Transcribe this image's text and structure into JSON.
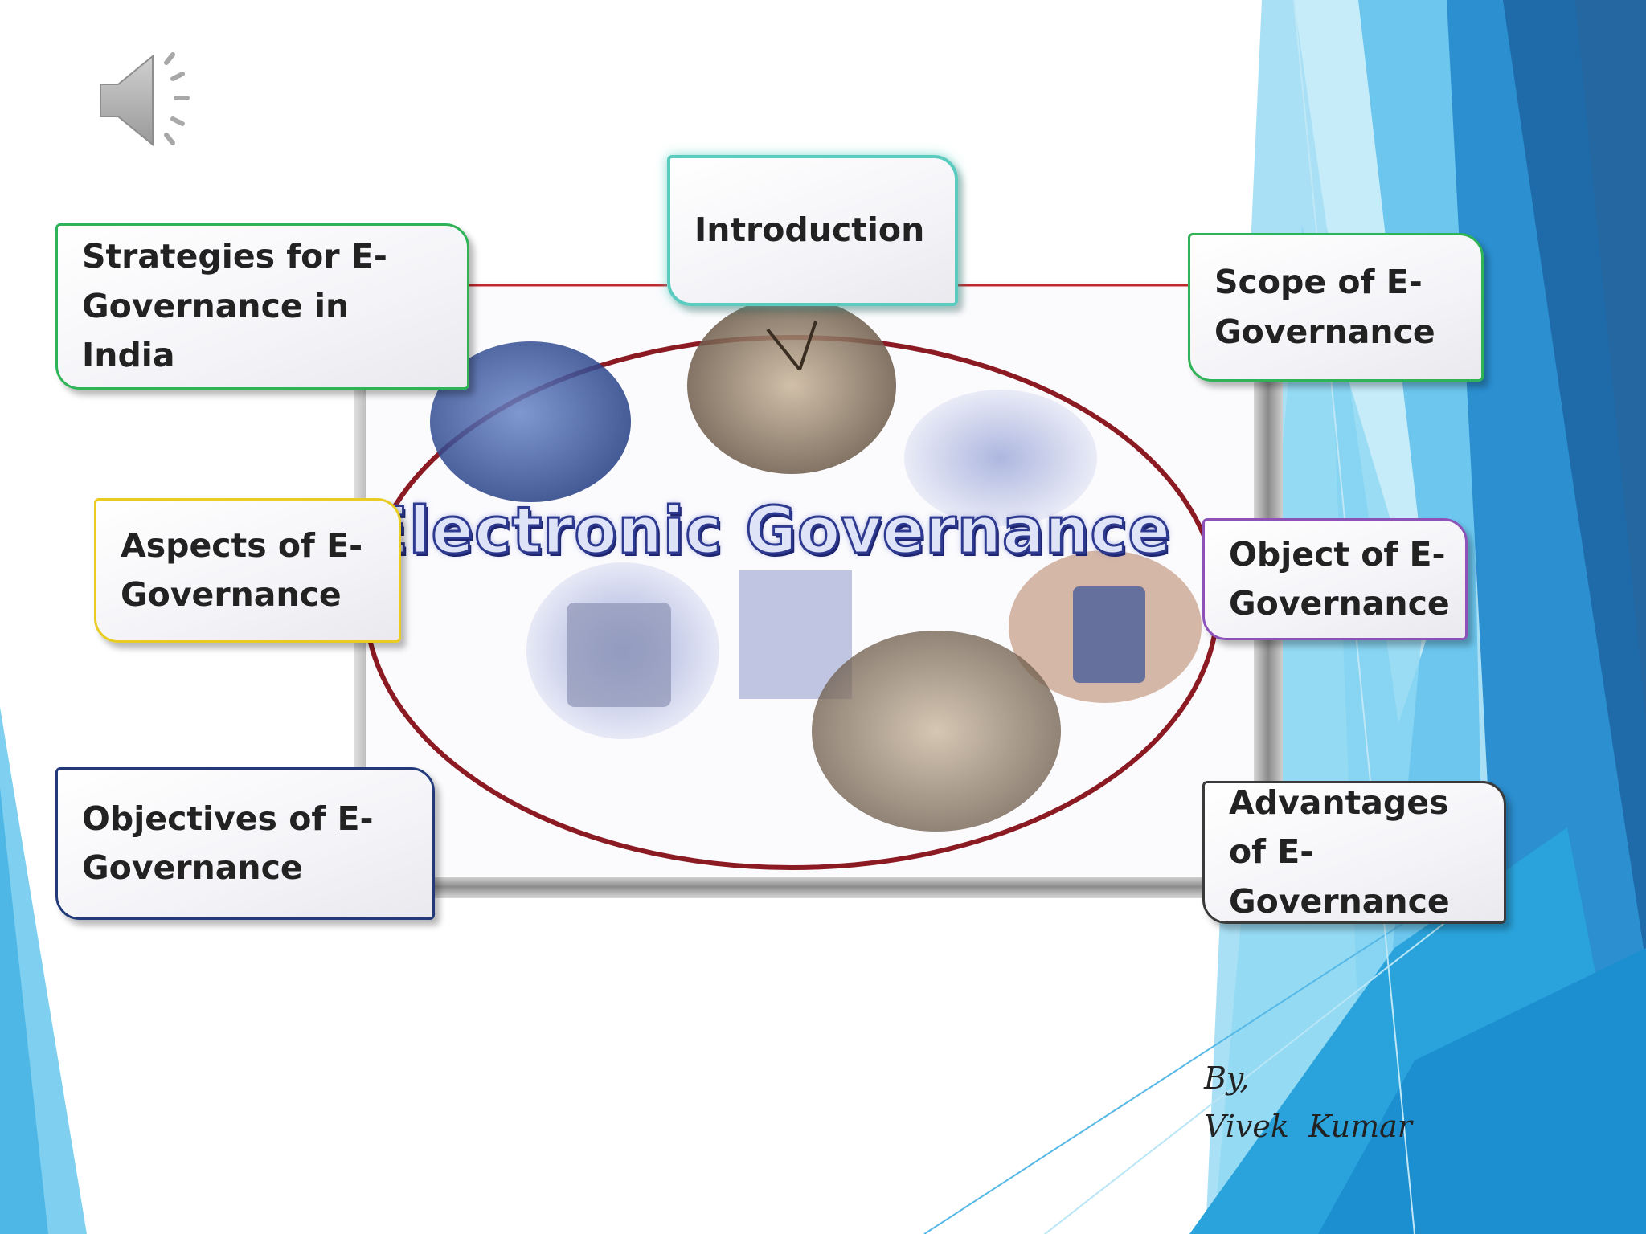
{
  "slide": {
    "image_banner": "Electronic Governance",
    "topics": {
      "introduction": "Introduction",
      "strategies": "Strategies for E-Governance in India",
      "scope": "Scope of E-Governance",
      "aspects": "Aspects of E-Governance",
      "object": "Object of E-Governance",
      "objectives": "Objectives of E-Governance",
      "advantages": "Advantages of E-Governance"
    },
    "byline": {
      "by": "By,",
      "author": "Vivek  Kumar"
    }
  },
  "icons": {
    "audio": "speaker-icon"
  },
  "colors": {
    "accent_blue": "#1e88c8",
    "light_blue": "#7fd0f0",
    "connector_red": "#c0282d",
    "intro_border": "#5ccbbf",
    "green_border": "#2fb357",
    "yellow_border": "#e8cc22",
    "purple_border": "#8d52b8",
    "navy_border": "#233a7a"
  }
}
